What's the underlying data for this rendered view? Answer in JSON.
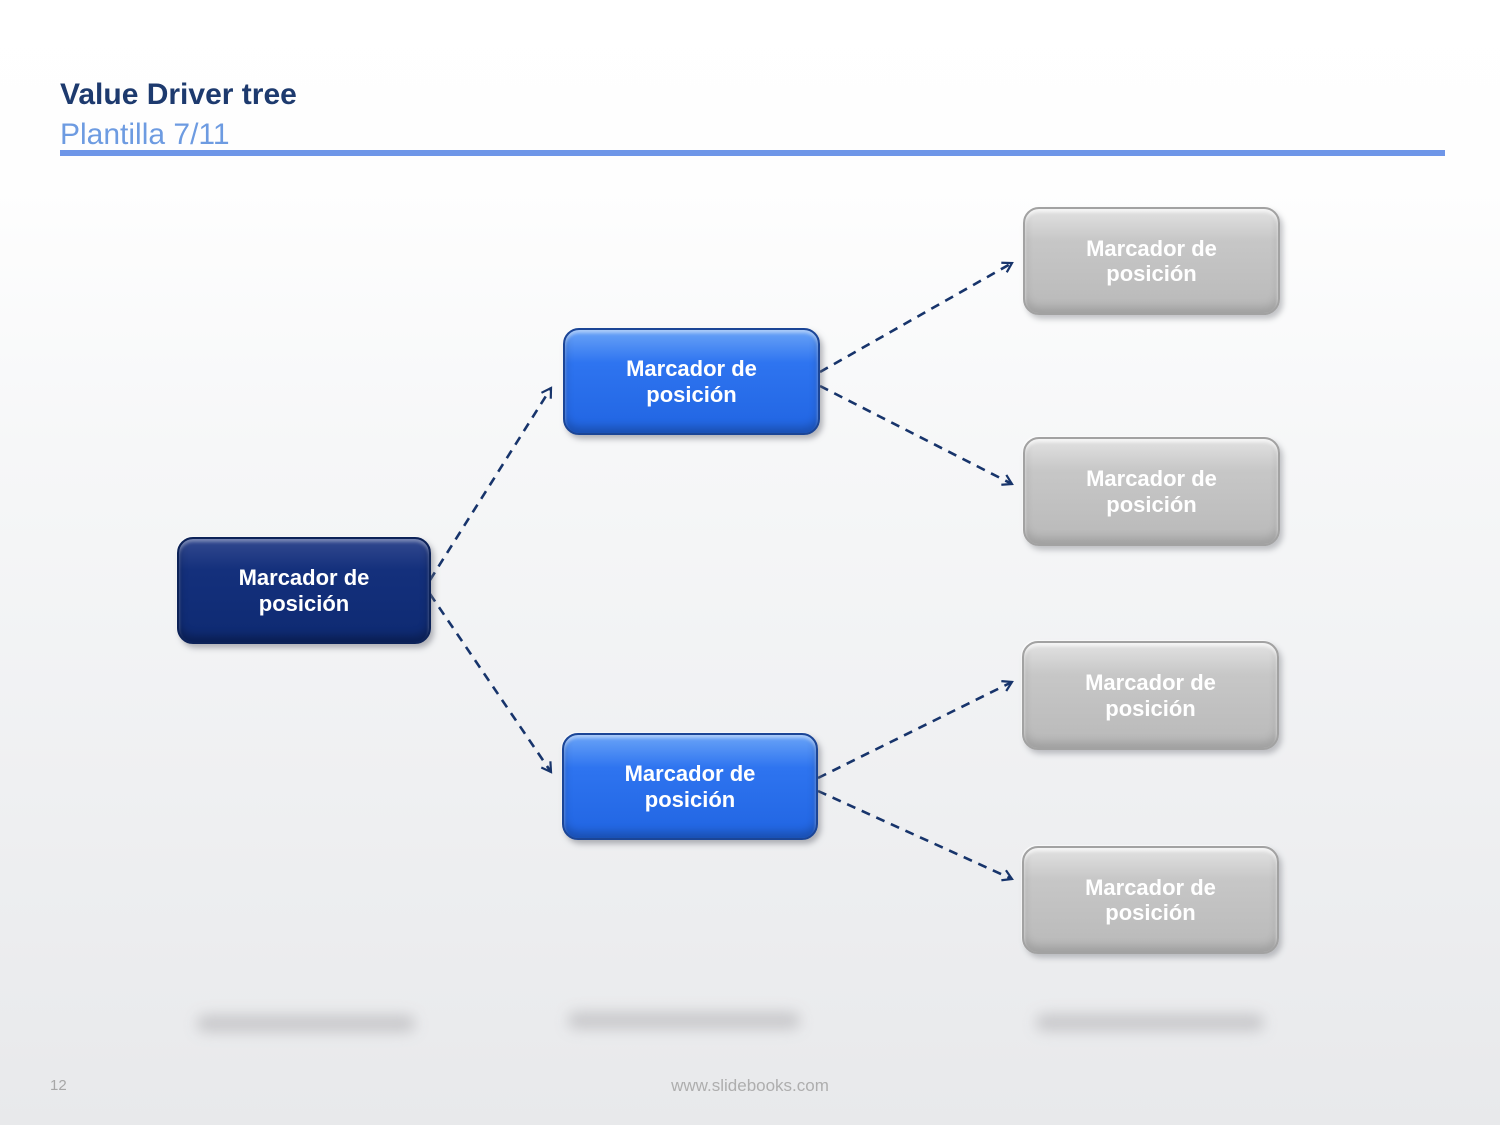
{
  "header": {
    "title": "Value Driver tree",
    "subtitle": "Plantilla 7/11"
  },
  "footer": {
    "page_number": "12",
    "website": "www.slidebooks.com"
  },
  "colors": {
    "title_text": "#1d3a6e",
    "subtitle_text": "#6d9be1",
    "header_rule": "#6e96e8",
    "root_node_fill": "#14307c",
    "branch_node_fill": "#2e74f0",
    "leaf_node_fill": "#c0c0c0",
    "node_text": "#ffffff",
    "connector": "#17346b",
    "footer_text": "#aeaeae"
  },
  "tree": {
    "root": {
      "label": "Marcador de posición"
    },
    "branches": [
      {
        "label": "Marcador de posición",
        "children": [
          {
            "label": "Marcador de posición"
          },
          {
            "label": "Marcador de posición"
          }
        ]
      },
      {
        "label": "Marcador de posición",
        "children": [
          {
            "label": "Marcador de posición"
          },
          {
            "label": "Marcador de posición"
          }
        ]
      }
    ]
  }
}
